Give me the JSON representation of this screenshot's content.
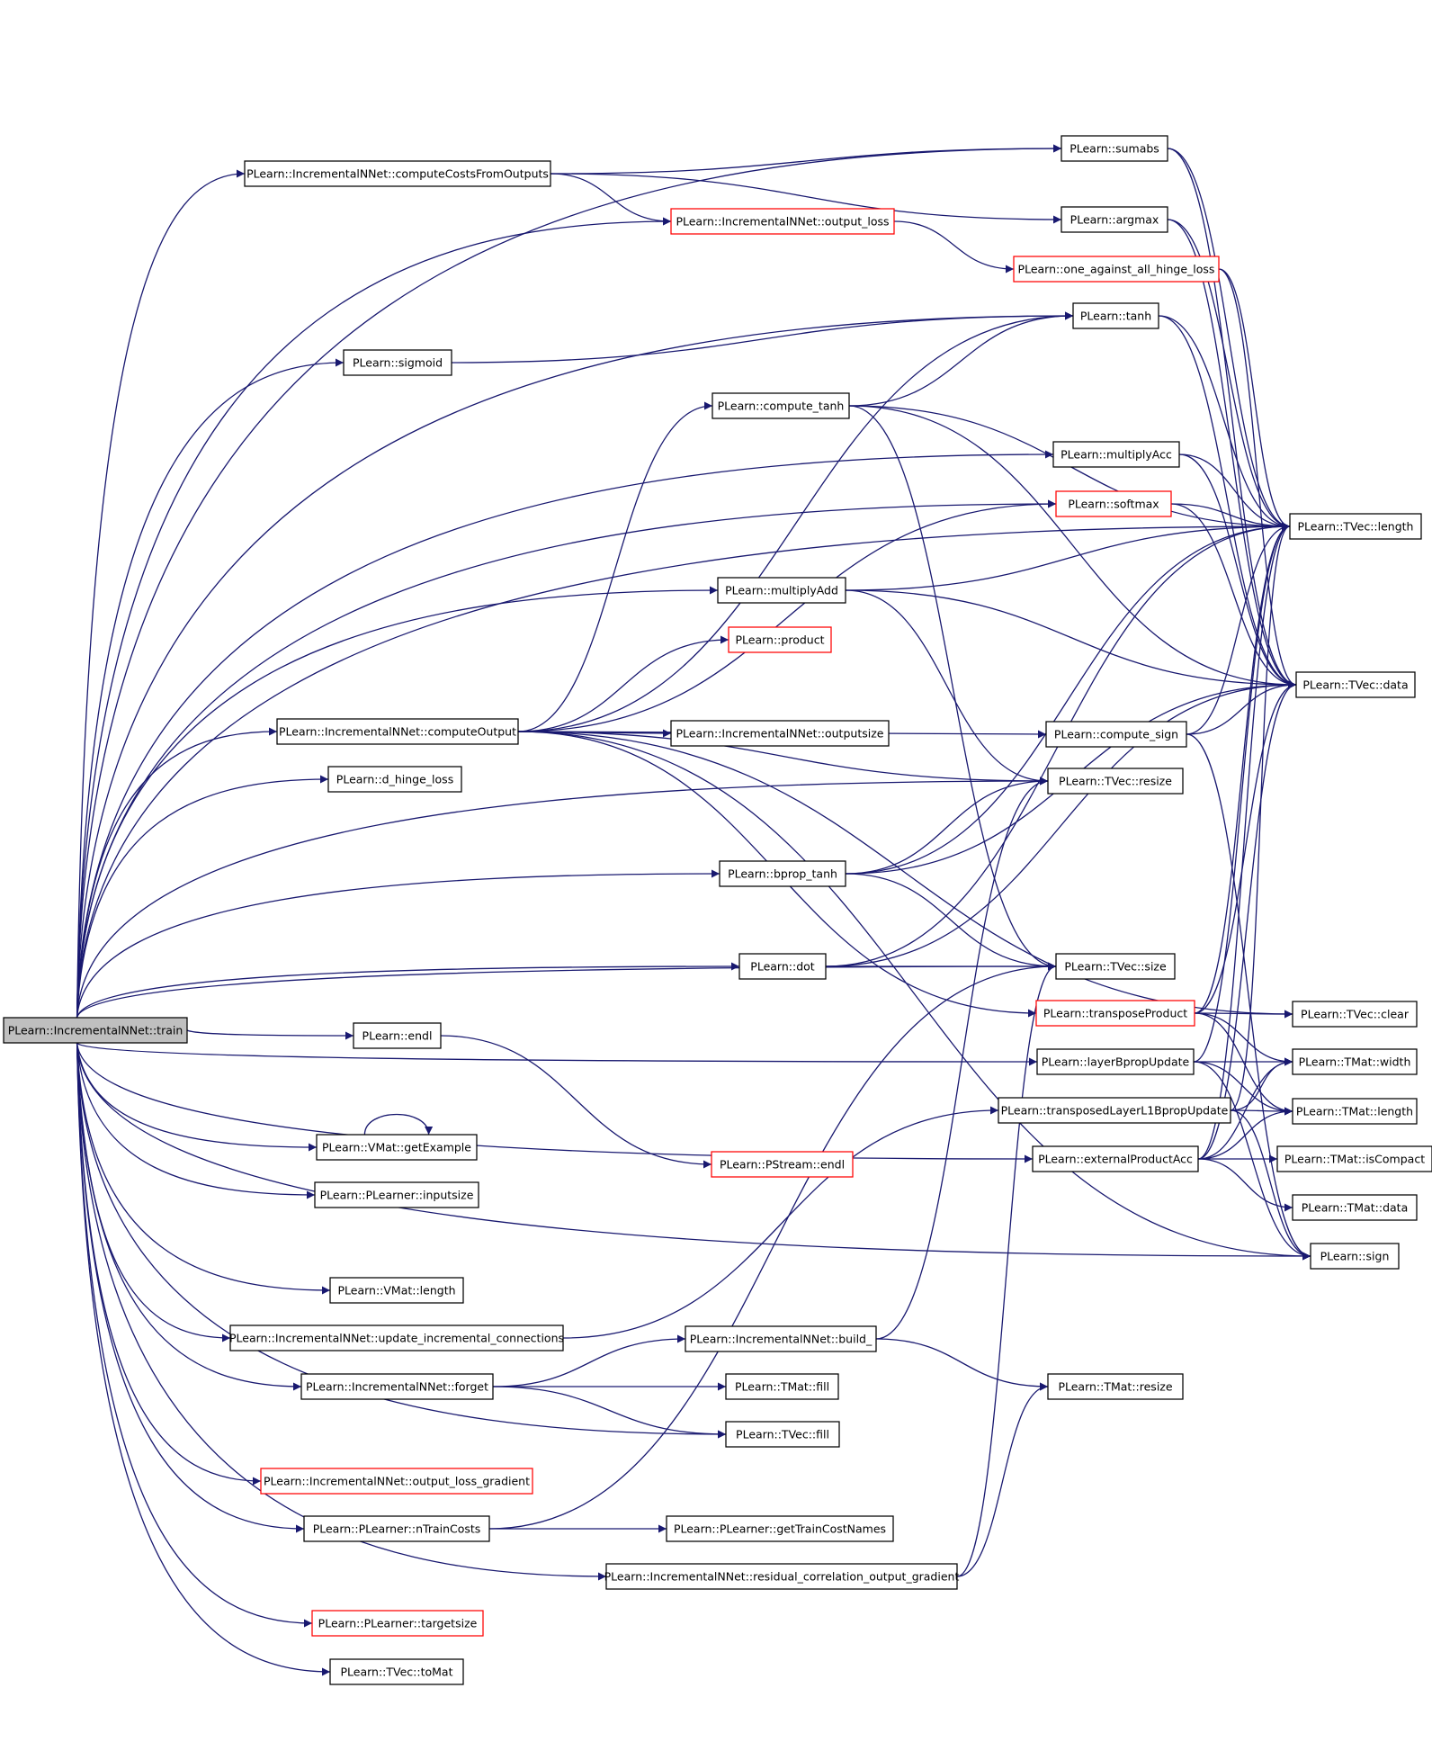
{
  "graph": {
    "colors": {
      "edge": "#191970",
      "node_border": "#000000",
      "linked_border": "#ff0000",
      "root_fill": "#bfbfbf"
    },
    "nodes": [
      {
        "id": "train",
        "label": "PLearn::IncrementalNNet::train",
        "kind": "root"
      },
      {
        "id": "computeCostsFromOutputs",
        "label": "PLearn::IncrementalNNet::computeCostsFromOutputs",
        "kind": "normal"
      },
      {
        "id": "sumabs",
        "label": "PLearn::sumabs",
        "kind": "normal"
      },
      {
        "id": "output_loss",
        "label": "PLearn::IncrementalNNet::output_loss",
        "kind": "red"
      },
      {
        "id": "argmax",
        "label": "PLearn::argmax",
        "kind": "normal"
      },
      {
        "id": "one_against_all",
        "label": "PLearn::one_against_all_hinge_loss",
        "kind": "red"
      },
      {
        "id": "tanh",
        "label": "PLearn::tanh",
        "kind": "normal"
      },
      {
        "id": "sigmoid",
        "label": "PLearn::sigmoid",
        "kind": "normal"
      },
      {
        "id": "compute_tanh",
        "label": "PLearn::compute_tanh",
        "kind": "normal"
      },
      {
        "id": "multiplyAcc",
        "label": "PLearn::multiplyAcc",
        "kind": "normal"
      },
      {
        "id": "softmax",
        "label": "PLearn::softmax",
        "kind": "red"
      },
      {
        "id": "tvec_length",
        "label": "PLearn::TVec::length",
        "kind": "normal"
      },
      {
        "id": "multiplyAdd",
        "label": "PLearn::multiplyAdd",
        "kind": "normal"
      },
      {
        "id": "product",
        "label": "PLearn::product",
        "kind": "red"
      },
      {
        "id": "tvec_data",
        "label": "PLearn::TVec::data",
        "kind": "normal"
      },
      {
        "id": "computeOutput",
        "label": "PLearn::IncrementalNNet::computeOutput",
        "kind": "normal"
      },
      {
        "id": "outputsize",
        "label": "PLearn::IncrementalNNet::outputsize",
        "kind": "normal"
      },
      {
        "id": "compute_sign",
        "label": "PLearn::compute_sign",
        "kind": "normal"
      },
      {
        "id": "d_hinge_loss",
        "label": "PLearn::d_hinge_loss",
        "kind": "normal"
      },
      {
        "id": "tvec_resize",
        "label": "PLearn::TVec::resize",
        "kind": "normal"
      },
      {
        "id": "bprop_tanh",
        "label": "PLearn::bprop_tanh",
        "kind": "normal"
      },
      {
        "id": "dot",
        "label": "PLearn::dot",
        "kind": "normal"
      },
      {
        "id": "tvec_size",
        "label": "PLearn::TVec::size",
        "kind": "normal"
      },
      {
        "id": "transposeProduct",
        "label": "PLearn::transposeProduct",
        "kind": "red"
      },
      {
        "id": "tvec_clear",
        "label": "PLearn::TVec::clear",
        "kind": "normal"
      },
      {
        "id": "endl",
        "label": "PLearn::endl",
        "kind": "normal"
      },
      {
        "id": "layerBpropUpdate",
        "label": "PLearn::layerBpropUpdate",
        "kind": "normal"
      },
      {
        "id": "tmat_width",
        "label": "PLearn::TMat::width",
        "kind": "normal"
      },
      {
        "id": "transposedLayerL1",
        "label": "PLearn::transposedLayerL1BpropUpdate",
        "kind": "normal"
      },
      {
        "id": "tmat_length",
        "label": "PLearn::TMat::length",
        "kind": "normal"
      },
      {
        "id": "getExample",
        "label": "PLearn::VMat::getExample",
        "kind": "normal"
      },
      {
        "id": "pstream_endl",
        "label": "PLearn::PStream::endl",
        "kind": "red"
      },
      {
        "id": "externalProductAcc",
        "label": "PLearn::externalProductAcc",
        "kind": "normal"
      },
      {
        "id": "tmat_isCompact",
        "label": "PLearn::TMat::isCompact",
        "kind": "normal"
      },
      {
        "id": "inputsize",
        "label": "PLearn::PLearner::inputsize",
        "kind": "normal"
      },
      {
        "id": "tmat_data",
        "label": "PLearn::TMat::data",
        "kind": "normal"
      },
      {
        "id": "sign",
        "label": "PLearn::sign",
        "kind": "normal"
      },
      {
        "id": "vmat_length",
        "label": "PLearn::VMat::length",
        "kind": "normal"
      },
      {
        "id": "update_incremental",
        "label": "PLearn::IncrementalNNet::update_incremental_connections",
        "kind": "normal"
      },
      {
        "id": "build_",
        "label": "PLearn::IncrementalNNet::build_",
        "kind": "normal"
      },
      {
        "id": "forget",
        "label": "PLearn::IncrementalNNet::forget",
        "kind": "normal"
      },
      {
        "id": "tmat_fill",
        "label": "PLearn::TMat::fill",
        "kind": "normal"
      },
      {
        "id": "tmat_resize",
        "label": "PLearn::TMat::resize",
        "kind": "normal"
      },
      {
        "id": "tvec_fill",
        "label": "PLearn::TVec::fill",
        "kind": "normal"
      },
      {
        "id": "output_loss_gradient",
        "label": "PLearn::IncrementalNNet::output_loss_gradient",
        "kind": "red"
      },
      {
        "id": "nTrainCosts",
        "label": "PLearn::PLearner::nTrainCosts",
        "kind": "normal"
      },
      {
        "id": "getTrainCostNames",
        "label": "PLearn::PLearner::getTrainCostNames",
        "kind": "normal"
      },
      {
        "id": "residual",
        "label": "PLearn::IncrementalNNet::residual_correlation_output_gradient",
        "kind": "normal"
      },
      {
        "id": "targetsize",
        "label": "PLearn::PLearner::targetsize",
        "kind": "red"
      },
      {
        "id": "toMat",
        "label": "PLearn::TVec::toMat",
        "kind": "normal"
      }
    ],
    "edges": [
      [
        "train",
        "computeCostsFromOutputs"
      ],
      [
        "train",
        "sumabs"
      ],
      [
        "train",
        "output_loss"
      ],
      [
        "train",
        "tanh"
      ],
      [
        "train",
        "sigmoid"
      ],
      [
        "train",
        "multiplyAcc"
      ],
      [
        "train",
        "softmax"
      ],
      [
        "train",
        "multiplyAdd"
      ],
      [
        "train",
        "computeOutput"
      ],
      [
        "train",
        "d_hinge_loss"
      ],
      [
        "train",
        "tvec_resize"
      ],
      [
        "train",
        "bprop_tanh"
      ],
      [
        "train",
        "dot"
      ],
      [
        "train",
        "tvec_length"
      ],
      [
        "train",
        "endl"
      ],
      [
        "train",
        "layerBpropUpdate"
      ],
      [
        "train",
        "getExample"
      ],
      [
        "train",
        "inputsize"
      ],
      [
        "train",
        "tvec_size"
      ],
      [
        "train",
        "externalProductAcc"
      ],
      [
        "train",
        "vmat_length"
      ],
      [
        "train",
        "update_incremental"
      ],
      [
        "train",
        "forget"
      ],
      [
        "train",
        "tvec_fill"
      ],
      [
        "train",
        "output_loss_gradient"
      ],
      [
        "train",
        "nTrainCosts"
      ],
      [
        "train",
        "residual"
      ],
      [
        "train",
        "targetsize"
      ],
      [
        "train",
        "toMat"
      ],
      [
        "train",
        "sign"
      ],
      [
        "computeCostsFromOutputs",
        "sumabs"
      ],
      [
        "computeCostsFromOutputs",
        "output_loss"
      ],
      [
        "computeCostsFromOutputs",
        "argmax"
      ],
      [
        "sumabs",
        "tvec_length"
      ],
      [
        "sumabs",
        "tvec_data"
      ],
      [
        "argmax",
        "tvec_length"
      ],
      [
        "argmax",
        "tvec_data"
      ],
      [
        "output_loss",
        "one_against_all"
      ],
      [
        "one_against_all",
        "tvec_length"
      ],
      [
        "one_against_all",
        "tvec_data"
      ],
      [
        "sigmoid",
        "tanh"
      ],
      [
        "tanh",
        "tvec_length"
      ],
      [
        "tanh",
        "tvec_data"
      ],
      [
        "compute_tanh",
        "tanh"
      ],
      [
        "compute_tanh",
        "tvec_length"
      ],
      [
        "compute_tanh",
        "tvec_data"
      ],
      [
        "compute_tanh",
        "tvec_size"
      ],
      [
        "multiplyAcc",
        "tvec_length"
      ],
      [
        "multiplyAcc",
        "tvec_data"
      ],
      [
        "softmax",
        "tvec_length"
      ],
      [
        "softmax",
        "tvec_data"
      ],
      [
        "multiplyAdd",
        "tvec_length"
      ],
      [
        "multiplyAdd",
        "tvec_data"
      ],
      [
        "multiplyAdd",
        "tvec_resize"
      ],
      [
        "computeOutput",
        "tanh"
      ],
      [
        "computeOutput",
        "compute_tanh"
      ],
      [
        "computeOutput",
        "softmax"
      ],
      [
        "computeOutput",
        "product"
      ],
      [
        "computeOutput",
        "compute_sign"
      ],
      [
        "computeOutput",
        "outputsize"
      ],
      [
        "computeOutput",
        "tvec_resize"
      ],
      [
        "computeOutput",
        "tvec_clear"
      ],
      [
        "computeOutput",
        "transposeProduct"
      ],
      [
        "computeOutput",
        "sign"
      ],
      [
        "compute_sign",
        "tvec_length"
      ],
      [
        "compute_sign",
        "tvec_data"
      ],
      [
        "compute_sign",
        "sign"
      ],
      [
        "bprop_tanh",
        "tvec_length"
      ],
      [
        "bprop_tanh",
        "tvec_data"
      ],
      [
        "bprop_tanh",
        "tvec_resize"
      ],
      [
        "bprop_tanh",
        "tvec_size"
      ],
      [
        "dot",
        "tvec_length"
      ],
      [
        "dot",
        "tvec_data"
      ],
      [
        "dot",
        "tvec_size"
      ],
      [
        "transposeProduct",
        "tvec_length"
      ],
      [
        "transposeProduct",
        "tvec_data"
      ],
      [
        "transposeProduct",
        "tvec_clear"
      ],
      [
        "transposeProduct",
        "tmat_width"
      ],
      [
        "transposeProduct",
        "tmat_length"
      ],
      [
        "endl",
        "pstream_endl"
      ],
      [
        "getExample",
        "getExample"
      ],
      [
        "layerBpropUpdate",
        "tvec_length"
      ],
      [
        "layerBpropUpdate",
        "tmat_width"
      ],
      [
        "layerBpropUpdate",
        "tmat_length"
      ],
      [
        "layerBpropUpdate",
        "sign"
      ],
      [
        "transposedLayerL1",
        "tvec_length"
      ],
      [
        "transposedLayerL1",
        "tmat_width"
      ],
      [
        "transposedLayerL1",
        "tmat_length"
      ],
      [
        "transposedLayerL1",
        "sign"
      ],
      [
        "externalProductAcc",
        "tvec_length"
      ],
      [
        "externalProductAcc",
        "tvec_data"
      ],
      [
        "externalProductAcc",
        "tmat_width"
      ],
      [
        "externalProductAcc",
        "tmat_length"
      ],
      [
        "externalProductAcc",
        "tmat_isCompact"
      ],
      [
        "externalProductAcc",
        "tmat_data"
      ],
      [
        "update_incremental",
        "transposedLayerL1"
      ],
      [
        "build_",
        "tvec_resize"
      ],
      [
        "build_",
        "tmat_resize"
      ],
      [
        "forget",
        "build_"
      ],
      [
        "forget",
        "tmat_fill"
      ],
      [
        "forget",
        "tvec_fill"
      ],
      [
        "nTrainCosts",
        "getTrainCostNames"
      ],
      [
        "nTrainCosts",
        "tvec_size"
      ],
      [
        "residual",
        "tmat_resize"
      ],
      [
        "residual",
        "tvec_size"
      ]
    ]
  }
}
